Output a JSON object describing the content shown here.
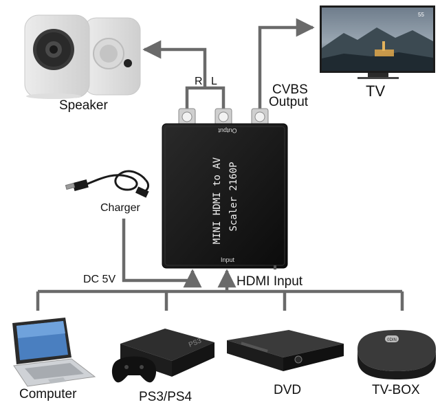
{
  "devices": {
    "speaker": "Speaker",
    "tv": "TV",
    "charger": "Charger",
    "computer": "Computer",
    "ps": "PS3/PS4",
    "dvd": "DVD",
    "tvbox": "TV-BOX"
  },
  "ports": {
    "audio_r": "R",
    "audio_l": "L",
    "cvbs_line1": "CVBS",
    "cvbs_line2": "Output",
    "dc": "DC 5V",
    "hdmi_in": "HDMI Input"
  },
  "converter": {
    "line1": "MINI HDMI to AV",
    "line2": "Scaler 2160P",
    "output_label": "Output",
    "input_label": "Input"
  },
  "tvbox_logo": "0DIN",
  "tv_corner": "55"
}
